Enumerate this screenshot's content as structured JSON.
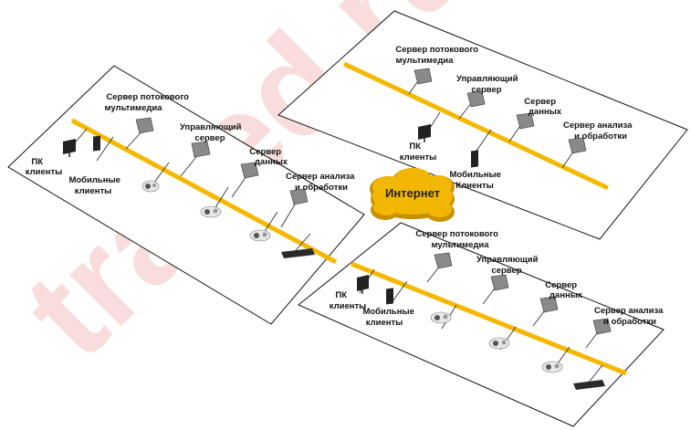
{
  "watermark": {
    "text": "trared.ru"
  },
  "internet": {
    "label": "Интернет"
  },
  "sites": {
    "left": {
      "streaming": [
        "Сервер потокового",
        "мультимедиа"
      ],
      "management": [
        "Управляющий",
        "сервер"
      ],
      "data": [
        "Сервер",
        "данных"
      ],
      "analysis": [
        "Сервер анализа",
        "и обработки"
      ],
      "pc": [
        "ПК",
        "клиенты"
      ],
      "mobile": [
        "Мобильные",
        "клиенты"
      ]
    },
    "top": {
      "streaming": [
        "Сервер потокового",
        "мультимедиа"
      ],
      "management": [
        "Управляющий",
        "сервер"
      ],
      "data": [
        "Сервер",
        "данных"
      ],
      "analysis": [
        "Сервер анализа",
        "и обработки"
      ],
      "pc": [
        "ПК",
        "клиенты"
      ],
      "mobile": [
        "Мобильные",
        "Клиенты"
      ]
    },
    "bottom": {
      "streaming": [
        "Сервер потокового",
        "мультимедиа"
      ],
      "management": [
        "Управляющий",
        "сервер"
      ],
      "data": [
        "Сервер",
        "данных"
      ],
      "analysis": [
        "Сервер анализа",
        "и обработки"
      ],
      "pc": [
        "ПК",
        "клиенты"
      ],
      "mobile": [
        "Мобильные",
        "клиенты"
      ]
    }
  },
  "colors": {
    "backbone": "#f5b800",
    "cloud": "#f2b705",
    "cloud_edge": "#c98f00",
    "server": "#8a8a8a",
    "watermark": "#f5c3c3"
  }
}
